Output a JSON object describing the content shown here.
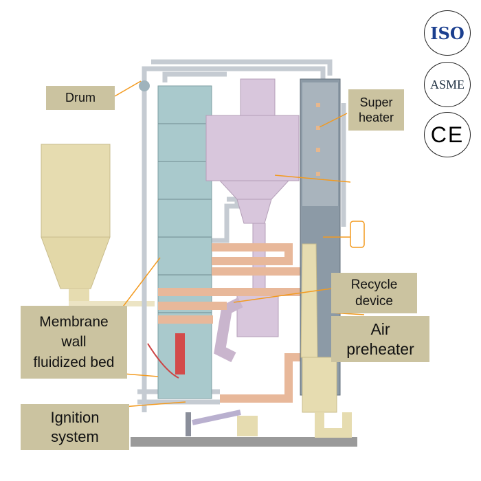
{
  "labels": {
    "drum": "Drum",
    "super_heater": [
      "Super",
      "heater"
    ],
    "recycle_device": [
      "Recycle",
      "device"
    ],
    "air_preheater": [
      "Air",
      "preheater"
    ],
    "membrane_wall": [
      "Membrane",
      "wall"
    ],
    "fluidized_bed": "fluidized bed",
    "ignition_system": [
      "Ignition",
      "system"
    ]
  },
  "certifications": [
    "ISO",
    "ASME",
    "CE"
  ],
  "colors": {
    "label_box": "#cbc3a0",
    "leader_line": "#f39a1e",
    "furnace": "#a9c9cc",
    "cyclone": "#d8c6dc",
    "hopper": "#e6dcb0",
    "ducts": "#e8b89a",
    "pipes": "#c5cbd2"
  }
}
